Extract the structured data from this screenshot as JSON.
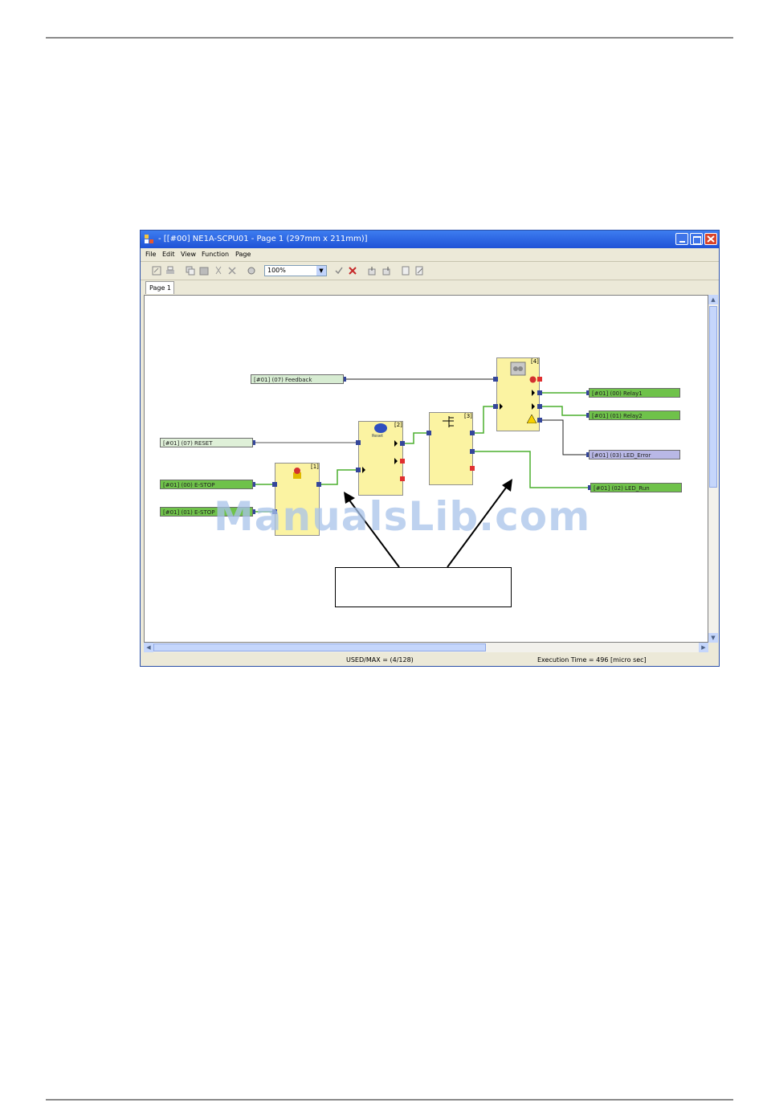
{
  "window": {
    "title": "- [[#00] NE1A-SCPU01 - Page 1 (297mm x 211mm)]",
    "controls": [
      "minimize-icon",
      "maximize-icon",
      "close-icon"
    ]
  },
  "menu": {
    "file": "File",
    "edit": "Edit",
    "view": "View",
    "function": "Function",
    "page": "Page"
  },
  "toolbar": {
    "zoom": "100%"
  },
  "tabs": [
    {
      "label": "Page 1"
    }
  ],
  "io_tags": {
    "feedback": "[#01] (07) Feedback",
    "reset": "[#01] (07) RESET",
    "estop0": "[#01] (00) E-STOP",
    "estop1": "[#01] (01) E-STOP",
    "relay1": "[#01] (00) Relay1",
    "relay2": "[#01] (01) Relay2",
    "led_error": "[#01] (03) LED_Error",
    "led_run": "[#01] (02) LED_Run"
  },
  "blocks": {
    "b1": "[1]",
    "b2": "[2]",
    "b3": "[3]",
    "b4": "[4]",
    "reset_caption": "Reset"
  },
  "watermark": "ManualsLib.com",
  "status": {
    "used": "USED/MAX = (4/128)",
    "exec": "Execution Time = 496 [micro sec]"
  },
  "colors": {
    "titlebar": "#1f52d6",
    "block_fill": "#fbf3a2",
    "output_green": "#6fc24a",
    "wire_green": "#4caf2f",
    "error_port": "#e03030",
    "port_blue": "#34469a"
  }
}
